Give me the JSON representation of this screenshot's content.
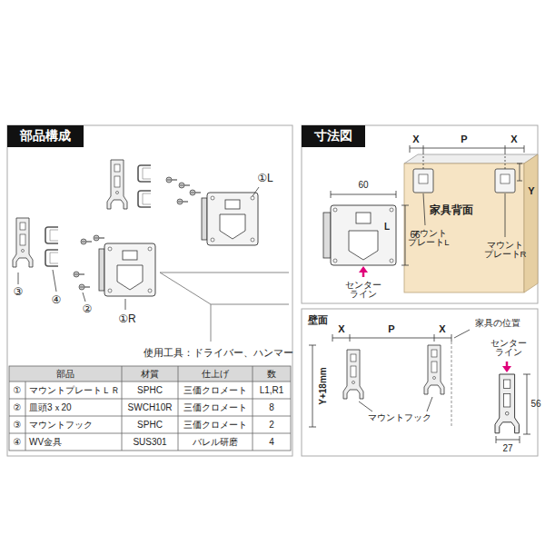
{
  "diagram": {
    "nodes": [
      {
        "text": [
          "部品構成"
        ]
      },
      {
        "text": [
          "寸法図"
        ]
      }
    ],
    "labels": [
      "①L",
      "①R",
      "②",
      "③",
      "④",
      "使用工具：ドライバー、ハンマー",
      "部品",
      "材質",
      "仕上げ",
      "数",
      "①",
      "マウントプレートＬＲ",
      "SPHC",
      "三価クロメート",
      "L1,R1",
      "②",
      "皿頭3ｘ20",
      "SWCH10R",
      "三価クロメート",
      "8",
      "③",
      "マウントフック",
      "SPHC",
      "三価クロメート",
      "2",
      "④",
      "WV金具",
      "SUS301",
      "バレル研磨",
      "4",
      "X",
      "P",
      "X",
      "Y",
      "家具背面",
      "マウント プレートL",
      "マウント プレートR",
      "60",
      "66",
      "L",
      "センター ライン",
      "壁面",
      "X",
      "P",
      "X",
      "家具の位置",
      "Y+18mm",
      "マウントフック",
      "センター ライン",
      "56",
      "27"
    ]
  }
}
